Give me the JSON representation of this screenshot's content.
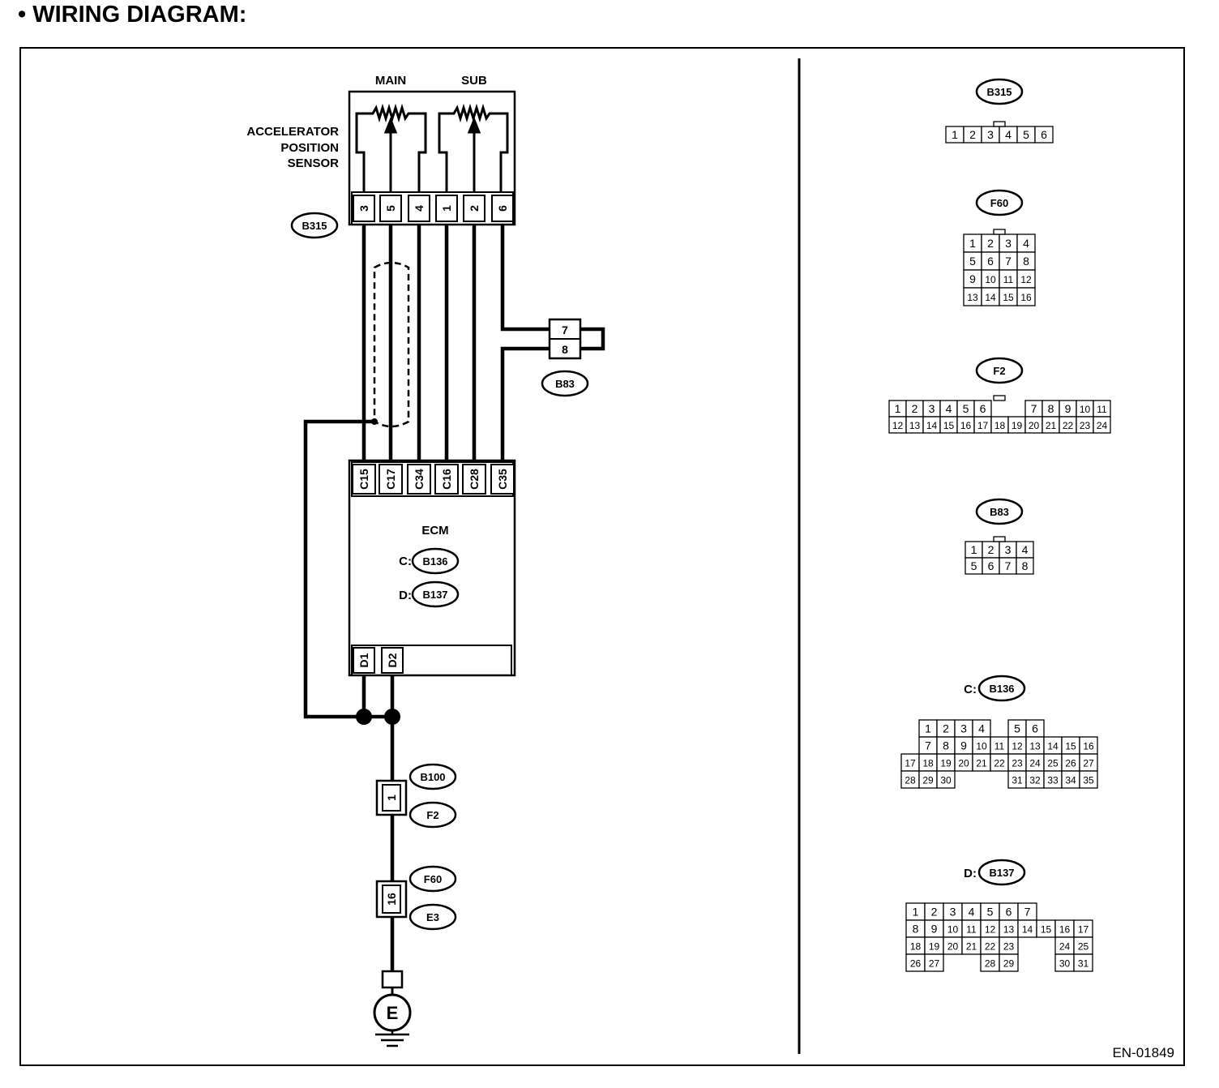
{
  "title": "WIRING DIAGRAM:",
  "figure_id": "EN-01849",
  "sensor": {
    "label_lines": [
      "ACCELERATOR",
      "POSITION",
      "SENSOR"
    ],
    "main_label": "MAIN",
    "sub_label": "SUB",
    "connector": "B315",
    "pins": [
      "3",
      "5",
      "4",
      "1",
      "2",
      "6"
    ]
  },
  "ecm": {
    "label": "ECM",
    "c_prefix": "C:",
    "c_connector": "B136",
    "d_prefix": "D:",
    "d_connector": "B137",
    "c_pins": [
      "C15",
      "C17",
      "C34",
      "C16",
      "C28",
      "C35"
    ],
    "d_pins": [
      "D1",
      "D2"
    ]
  },
  "jumper": {
    "connector": "B83",
    "pins": [
      "7",
      "8"
    ]
  },
  "ground_path": {
    "conn1": {
      "pin": "1",
      "upper": "B100",
      "lower": "F2"
    },
    "conn2": {
      "pin": "16",
      "upper": "F60",
      "lower": "E3"
    },
    "ground_label": "E"
  },
  "connector_views": [
    {
      "name": "B315",
      "prefix": "",
      "rows": [
        [
          "1",
          "2",
          "3",
          "4",
          "5",
          "6"
        ]
      ]
    },
    {
      "name": "F60",
      "prefix": "",
      "rows": [
        [
          "1",
          "2",
          "3",
          "4"
        ],
        [
          "5",
          "6",
          "7",
          "8"
        ],
        [
          "9",
          "10",
          "11",
          "12"
        ],
        [
          "13",
          "14",
          "15",
          "16"
        ]
      ]
    },
    {
      "name": "F2",
      "prefix": "",
      "rows": [
        [
          "1",
          "2",
          "3",
          "4",
          "5",
          "6",
          "",
          "",
          "7",
          "8",
          "9",
          "10",
          "11"
        ],
        [
          "12",
          "13",
          "14",
          "15",
          "16",
          "17",
          "18",
          "19",
          "20",
          "21",
          "22",
          "23",
          "24"
        ]
      ]
    },
    {
      "name": "B83",
      "prefix": "",
      "rows": [
        [
          "1",
          "2",
          "3",
          "4"
        ],
        [
          "5",
          "6",
          "7",
          "8"
        ]
      ]
    },
    {
      "name": "B136",
      "prefix": "C:",
      "rows": [
        [
          "",
          "1",
          "2",
          "3",
          "4",
          "",
          "5",
          "6"
        ],
        [
          "",
          "7",
          "8",
          "9",
          "10",
          "11",
          "12",
          "13",
          "14",
          "15",
          "16"
        ],
        [
          "17",
          "18",
          "19",
          "20",
          "21",
          "22",
          "23",
          "24",
          "25",
          "26",
          "27"
        ],
        [
          "28",
          "29",
          "30",
          "",
          "",
          "",
          "31",
          "32",
          "33",
          "34",
          "35"
        ]
      ]
    },
    {
      "name": "B137",
      "prefix": "D:",
      "rows": [
        [
          "1",
          "2",
          "3",
          "4",
          "5",
          "6",
          "7"
        ],
        [
          "8",
          "9",
          "10",
          "11",
          "12",
          "13",
          "14",
          "15",
          "16",
          "17"
        ],
        [
          "18",
          "19",
          "20",
          "21",
          "22",
          "23",
          "",
          "",
          "24",
          "25"
        ],
        [
          "26",
          "27",
          "",
          "",
          "28",
          "29",
          "",
          "",
          "30",
          "31"
        ]
      ]
    }
  ]
}
